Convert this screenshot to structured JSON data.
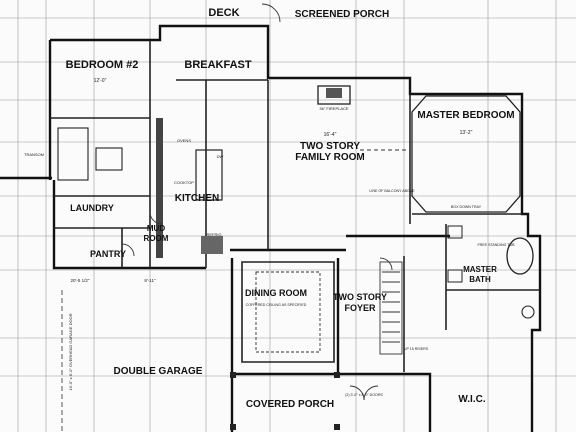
{
  "rooms": {
    "deck": "DECK",
    "screened_porch": "SCREENED PORCH",
    "bedroom2": "BEDROOM #2",
    "breakfast": "BREAKFAST",
    "master_bedroom": "MASTER BEDROOM",
    "two_story_1": "TWO STORY",
    "family_room": "FAMILY ROOM",
    "kitchen": "KITCHEN",
    "laundry": "LAUNDRY",
    "mud": "MUD",
    "room": "ROOM",
    "pantry": "PANTRY",
    "master": "MASTER",
    "bath": "BATH",
    "dining_room": "DINING ROOM",
    "two_story_2": "TWO STORY",
    "foyer": "FOYER",
    "double_garage": "DOUBLE GARAGE",
    "covered_porch": "COVERED PORCH",
    "wic": "W.I.C."
  },
  "notes": {
    "fireplace": "36\" FIREPLACE",
    "family_dims": "16'-4\"",
    "family_dims2": "13'-2\"",
    "bedroom_dims": "12'-0\"",
    "transom": "TRANSOM",
    "refrig": "REFRIG",
    "ovens": "OVENS",
    "dw": "DW",
    "cooktop": "COOKTOP",
    "line_of_balcony": "LINE OF BALCONY ABOVE",
    "box_down_tray": "BOX DOWN TRAY",
    "tub": "FREE STANDING TUB",
    "dining_note": "COFFERED CEILING AS SPECIFIED",
    "garage_door": "16'-0\" x 8'-0\" OVERHEAD GARAGE DOOR",
    "doors": "(2) 3'-0\" x 8'-0\" DOORS",
    "up": "UP 15 RISERS",
    "dim_20": "20'-5 1/2\"",
    "dim_8": "8'-11\""
  }
}
